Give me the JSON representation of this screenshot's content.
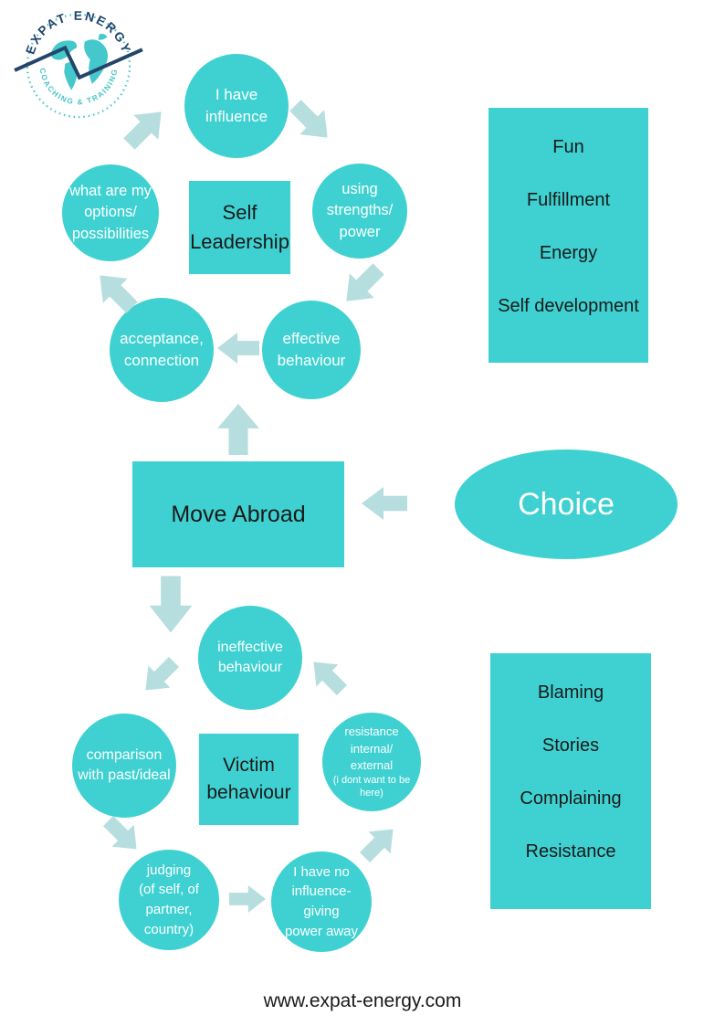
{
  "colors": {
    "teal": "#3FD1D1",
    "arrow": "#B7DEDF",
    "navy": "#24456B",
    "logo-teal": "#49C5C8",
    "ink": "#1A1A1A",
    "white": "#FFFFFF"
  },
  "logo": {
    "arc_top": "EXPAT ENERGY",
    "arc_bottom": "COACHING & TRAINING"
  },
  "self_leadership_cycle": {
    "center_box": "Self\nLeadership",
    "influence": "I have\ninfluence",
    "options": "what are my\noptions/\npossibilities",
    "strengths": "using\nstrengths/\npower",
    "effective": "effective\nbehaviour",
    "acceptance": "acceptance,\nconnection"
  },
  "positive_outcomes": {
    "items": [
      "Fun",
      "Fulfillment",
      "Energy",
      "Self development"
    ]
  },
  "move_abroad": {
    "label": "Move Abroad"
  },
  "choice": {
    "label": "Choice"
  },
  "victim_cycle": {
    "center_box": "Victim\nbehaviour",
    "ineffective": "ineffective\nbehaviour",
    "comparison": "comparison\nwith past/ideal",
    "resistance": "resistance\ninternal/\nexternal",
    "resistance_note": "(i dont want to be\nhere)",
    "judging": "judging\n(of self, of\npartner,\ncountry)",
    "no_influence": "I have no\ninfluence-\ngiving\npower away"
  },
  "negative_outcomes": {
    "items": [
      "Blaming",
      "Stories",
      "Complaining",
      "Resistance"
    ]
  },
  "footer": {
    "website": "www.expat-energy.com"
  }
}
